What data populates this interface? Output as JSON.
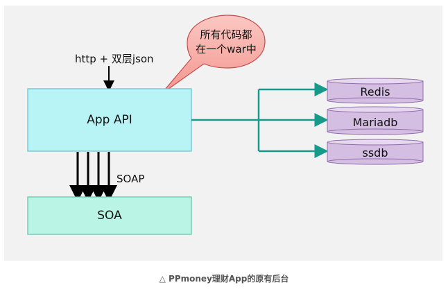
{
  "diagram": {
    "input_label": "http + 双层json",
    "bubble_line1": "所有代码都",
    "bubble_line2": "在一个war中",
    "app_api": "App API",
    "soap_label": "SOAP",
    "soa": "SOA",
    "redis": "Redis",
    "mariadb": "Mariadb",
    "ssdb": "ssdb"
  },
  "caption": "△ PPmoney理财App的原有后台",
  "colors": {
    "box_fill": "#b8f3f6",
    "soa_fill": "#b9f4e4",
    "db_fill": "#d4bfe3",
    "bubble_fill": "#f5a7a0",
    "connector": "#179a8a",
    "panel": "#f2f2f2"
  }
}
